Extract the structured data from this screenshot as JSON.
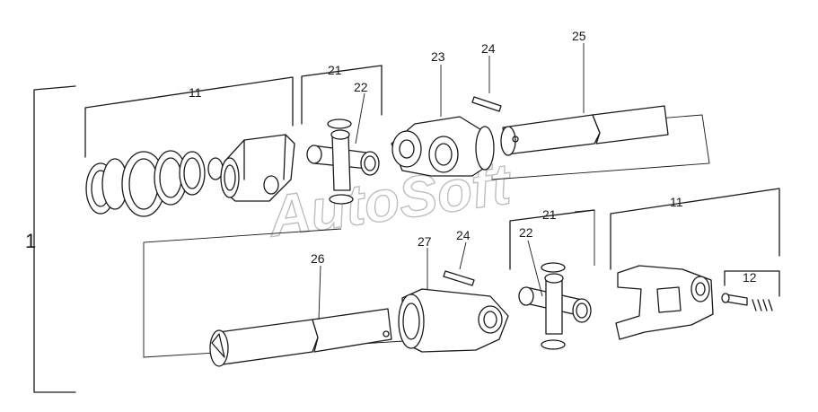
{
  "assembly": {
    "label": "1"
  },
  "callouts": {
    "c11_upper": "11",
    "c21_upper": "21",
    "c22_upper": "22",
    "c23": "23",
    "c24_upper": "24",
    "c25": "25",
    "c26": "26",
    "c27": "27",
    "c24_lower": "24",
    "c21_lower": "21",
    "c22_lower": "22",
    "c11_lower": "11",
    "c12": "12"
  },
  "watermark": "AutoSoft"
}
